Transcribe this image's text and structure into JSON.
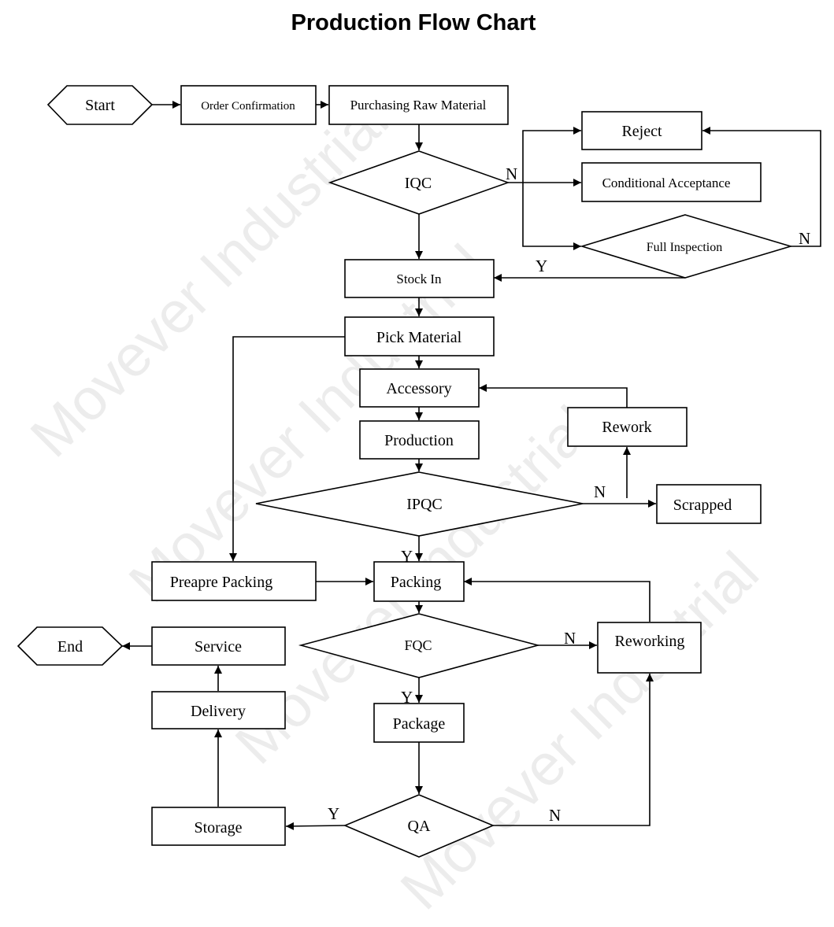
{
  "title": "Production Flow Chart",
  "watermark": "Movever Industrial",
  "nodes": {
    "start": "Start",
    "order_confirmation": "Order Confirmation",
    "purchasing_raw_material": "Purchasing Raw Material",
    "iqc": "IQC",
    "reject": "Reject",
    "conditional_acceptance": "Conditional Acceptance",
    "full_inspection": "Full Inspection",
    "stock_in": "Stock In",
    "pick_material": "Pick Material",
    "accessory": "Accessory",
    "rework": "Rework",
    "production": "Production",
    "ipqc": "IPQC",
    "scrapped": "Scrapped",
    "prepare_packing": "Preapre Packing",
    "packing": "Packing",
    "fqc": "FQC",
    "reworking": "Reworking",
    "end": "End",
    "service": "Service",
    "delivery": "Delivery",
    "package": "Package",
    "storage": "Storage",
    "qa": "QA"
  },
  "edge_labels": {
    "iqc_no": "N",
    "full_inspection_no": "N",
    "full_inspection_yes": "Y",
    "ipqc_no": "N",
    "ipqc_yes": "Y",
    "fqc_no": "N",
    "fqc_yes": "Y",
    "qa_yes": "Y",
    "qa_no": "N"
  }
}
